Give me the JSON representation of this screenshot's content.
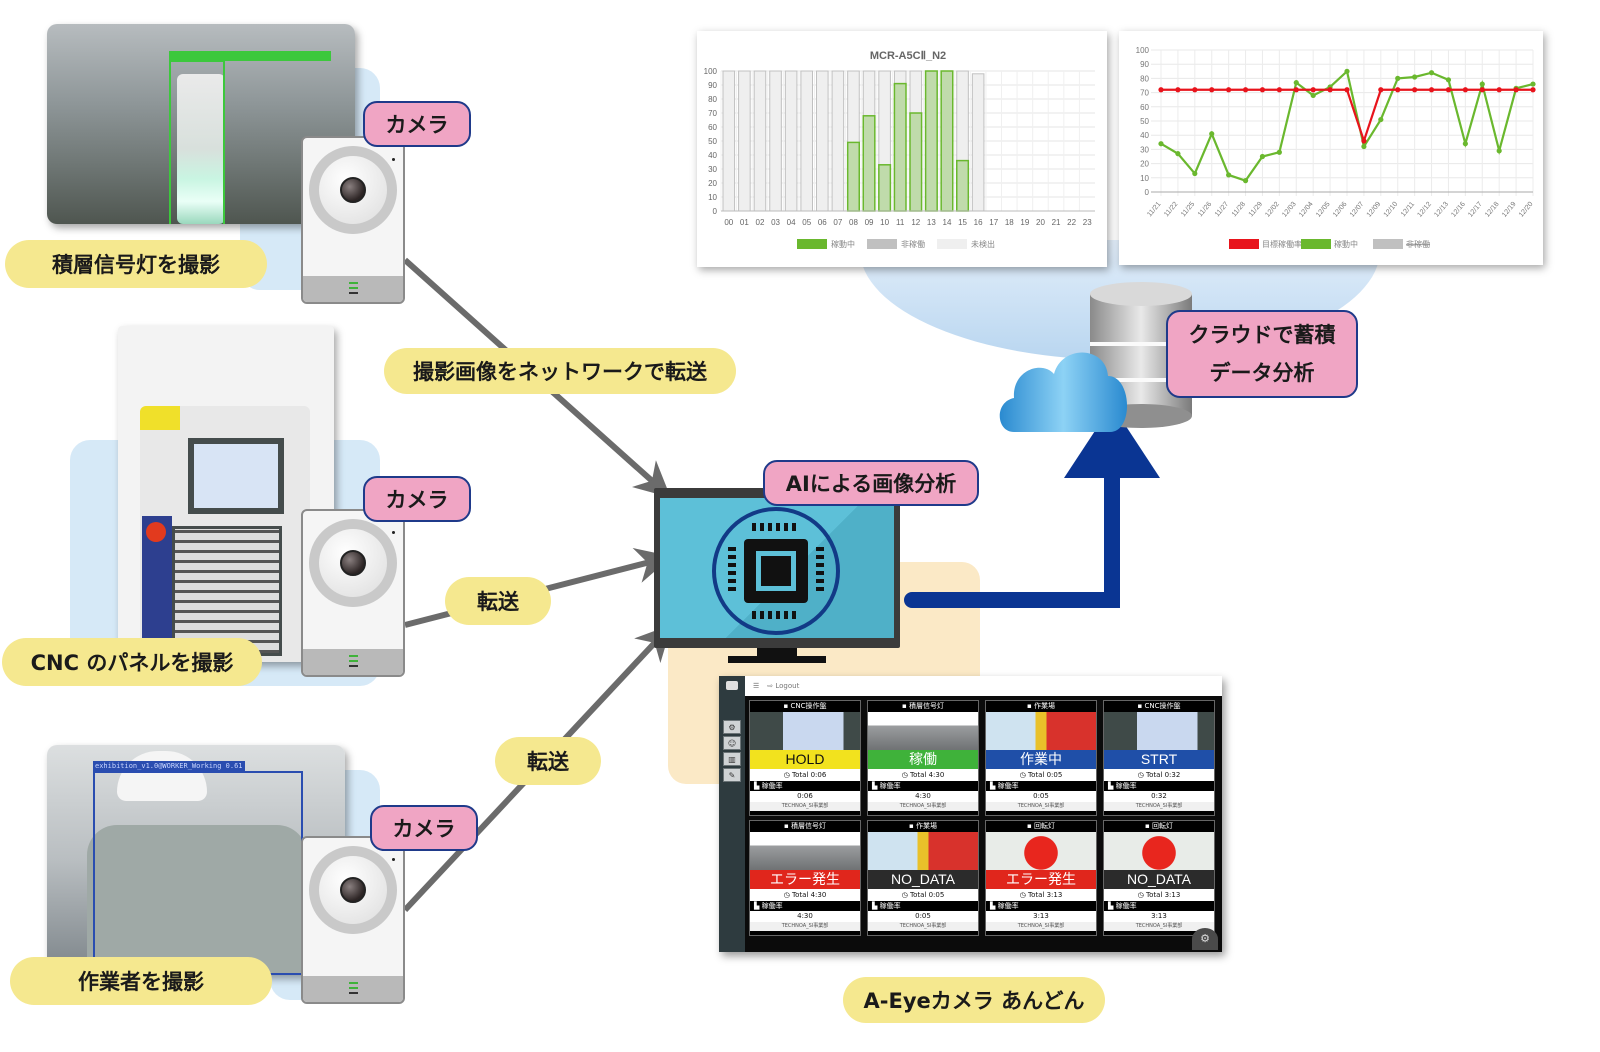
{
  "diagram": {
    "source_labels": [
      {
        "id": "signal",
        "label": "積層信号灯を撮影"
      },
      {
        "id": "cnc",
        "label": "CNC のパネルを撮影"
      },
      {
        "id": "worker",
        "label": "作業者を撮影"
      }
    ],
    "camera_label": "カメラ",
    "transfer_network_label": "撮影画像をネットワークで転送",
    "transfer_label": "転送",
    "ai_label": "AIによる画像分析",
    "cloud_label_line1": "クラウドで蓄積",
    "cloud_label_line2": "データ分析",
    "andon_label": "A-Eyeカメラ あんどん",
    "worker_detection_text": "exhibition_v1.0@WORKER_Working 0.61",
    "colors": {
      "pill_yellow": "#f5e88f",
      "tag_pink": "#f0a5c4",
      "tag_border": "#1f3a8a",
      "arrow_gray": "#6b6b6b",
      "flow_blue": "#0a3593",
      "monitor_screen": "#5dc0d8",
      "light_blue_bg": "#d6e9f7",
      "cream_bg": "#fbe9c6"
    }
  },
  "dashboard": {
    "logout_label": "Logout",
    "menu_icon": "hamburger-icon",
    "tiles": [
      {
        "source": "CNC操作盤",
        "status": "HOLD",
        "status_color": "#f2e21e",
        "status_text_color": "#111111",
        "total": "Total 0:06",
        "rate_label": "稼働率",
        "value": "0:06",
        "footer": "TECHNOA_SI事業部",
        "img": "cnc"
      },
      {
        "source": "積層信号灯",
        "status": "稼働",
        "status_color": "#3fb23a",
        "status_text_color": "#ffffff",
        "total": "Total 4:30",
        "rate_label": "稼働率",
        "value": "4:30",
        "footer": "TECHNOA_SI事業部",
        "img": "machine"
      },
      {
        "source": "作業場",
        "status": "作業中",
        "status_color": "#1f4fa8",
        "status_text_color": "#ffffff",
        "total": "Total 0:05",
        "rate_label": "稼働率",
        "value": "0:05",
        "footer": "TECHNOA_SI事業部",
        "img": "worker"
      },
      {
        "source": "CNC操作盤",
        "status": "STRT",
        "status_color": "#1f4fa8",
        "status_text_color": "#ffffff",
        "total": "Total 0:32",
        "rate_label": "稼働率",
        "value": "0:32",
        "footer": "TECHNOA_SI事業部",
        "img": "cnc"
      },
      {
        "source": "積層信号灯",
        "status": "エラー発生",
        "status_color": "#e0261c",
        "status_text_color": "#ffffff",
        "total": "Total 4:30",
        "rate_label": "稼働率",
        "value": "4:30",
        "footer": "TECHNOA_SI事業部",
        "img": "machine"
      },
      {
        "source": "作業場",
        "status": "NO_DATA",
        "status_color": "#2b2b2b",
        "status_text_color": "#ffffff",
        "total": "Total 0:05",
        "rate_label": "稼働率",
        "value": "0:05",
        "footer": "TECHNOA_SI事業部",
        "img": "worker"
      },
      {
        "source": "回転灯",
        "status": "エラー発生",
        "status_color": "#e0261c",
        "status_text_color": "#ffffff",
        "total": "Total 3:13",
        "rate_label": "稼働率",
        "value": "3:13",
        "footer": "TECHNOA_SI事業部",
        "img": "lamp"
      },
      {
        "source": "回転灯",
        "status": "NO_DATA",
        "status_color": "#2b2b2b",
        "status_text_color": "#ffffff",
        "total": "Total 3:13",
        "rate_label": "稼働率",
        "value": "3:13",
        "footer": "TECHNOA_SI事業部",
        "img": "lamp"
      }
    ]
  },
  "chart_data": [
    {
      "type": "bar",
      "title": "MCR-A5CⅡ_N2",
      "categories": [
        "00",
        "01",
        "02",
        "03",
        "04",
        "05",
        "06",
        "07",
        "08",
        "09",
        "10",
        "11",
        "12",
        "13",
        "14",
        "15",
        "16",
        "17",
        "18",
        "19",
        "20",
        "21",
        "22",
        "23"
      ],
      "series": [
        {
          "name": "稼動中",
          "color": "#6ab82e",
          "values": [
            0,
            0,
            0,
            0,
            0,
            0,
            0,
            0,
            49,
            68,
            33,
            91,
            70,
            100,
            100,
            36,
            0,
            0,
            0,
            0,
            0,
            0,
            0,
            0
          ]
        },
        {
          "name": "非稼働",
          "color": "#c0c0c0",
          "values": [
            100,
            100,
            100,
            100,
            100,
            100,
            100,
            100,
            100,
            100,
            100,
            100,
            100,
            100,
            100,
            100,
            98,
            0,
            0,
            0,
            0,
            0,
            0,
            0
          ]
        },
        {
          "name": "未検出",
          "color": "#efefef",
          "values": []
        }
      ],
      "ylim": [
        0,
        100
      ],
      "yticks": [
        0,
        10,
        20,
        30,
        40,
        50,
        60,
        70,
        80,
        90,
        100
      ],
      "xlabel": "",
      "ylabel": "",
      "grid": true,
      "legend": "bottom"
    },
    {
      "type": "line",
      "title": "",
      "categories": [
        "11/21",
        "11/22",
        "11/25",
        "11/26",
        "11/27",
        "11/28",
        "11/29",
        "12/02",
        "12/03",
        "12/04",
        "12/05",
        "12/06",
        "12/07",
        "12/09",
        "12/10",
        "12/11",
        "12/12",
        "12/13",
        "12/16",
        "12/17",
        "12/18",
        "12/19",
        "12/20"
      ],
      "series": [
        {
          "name": "目標稼働率",
          "color": "#e8141c",
          "values": [
            72,
            72,
            72,
            72,
            72,
            72,
            72,
            72,
            72,
            72,
            72,
            72,
            36,
            72,
            72,
            72,
            72,
            72,
            72,
            72,
            72,
            72,
            72
          ]
        },
        {
          "name": "稼動中",
          "color": "#6ab82e",
          "values": [
            34,
            27,
            13,
            41,
            12,
            8,
            25,
            28,
            77,
            68,
            74,
            85,
            32,
            51,
            80,
            81,
            84,
            79,
            34,
            76,
            29,
            73,
            76
          ]
        },
        {
          "name": "非稼働",
          "color": "#c0c0c0",
          "values": [],
          "hidden": true
        }
      ],
      "ylim": [
        0,
        100
      ],
      "yticks": [
        0,
        10,
        20,
        30,
        40,
        50,
        60,
        70,
        80,
        90,
        100
      ],
      "xlabel": "",
      "ylabel": "",
      "grid": true,
      "legend": "bottom"
    }
  ]
}
